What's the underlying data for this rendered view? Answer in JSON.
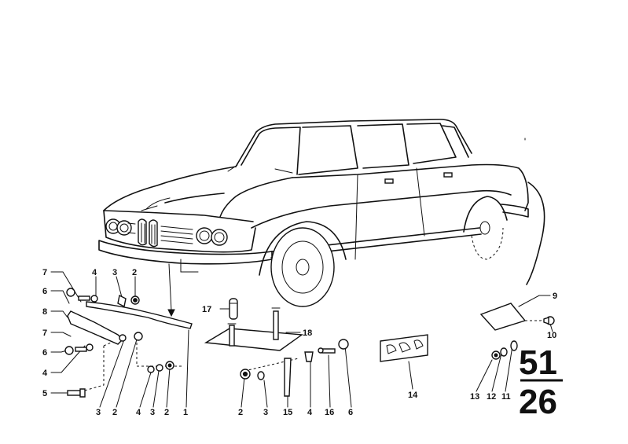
{
  "group": {
    "main": "51",
    "sub": "26"
  },
  "callouts": {
    "c1": "1",
    "c2a": "2",
    "c2b": "2",
    "c2c": "2",
    "c2d": "2",
    "c3a": "3",
    "c3b": "3",
    "c3c": "3",
    "c3d": "3",
    "c4a": "4",
    "c4b": "4",
    "c4c": "4",
    "c4d": "4",
    "c5": "5",
    "c6a": "6",
    "c6b": "6",
    "c6c": "6",
    "c7a": "7",
    "c7b": "7",
    "c8": "8",
    "c9": "9",
    "c10": "10",
    "c11": "11",
    "c12": "12",
    "c13": "13",
    "c14": "14",
    "c15": "15",
    "c16": "16",
    "c17": "17",
    "c18": "18"
  }
}
